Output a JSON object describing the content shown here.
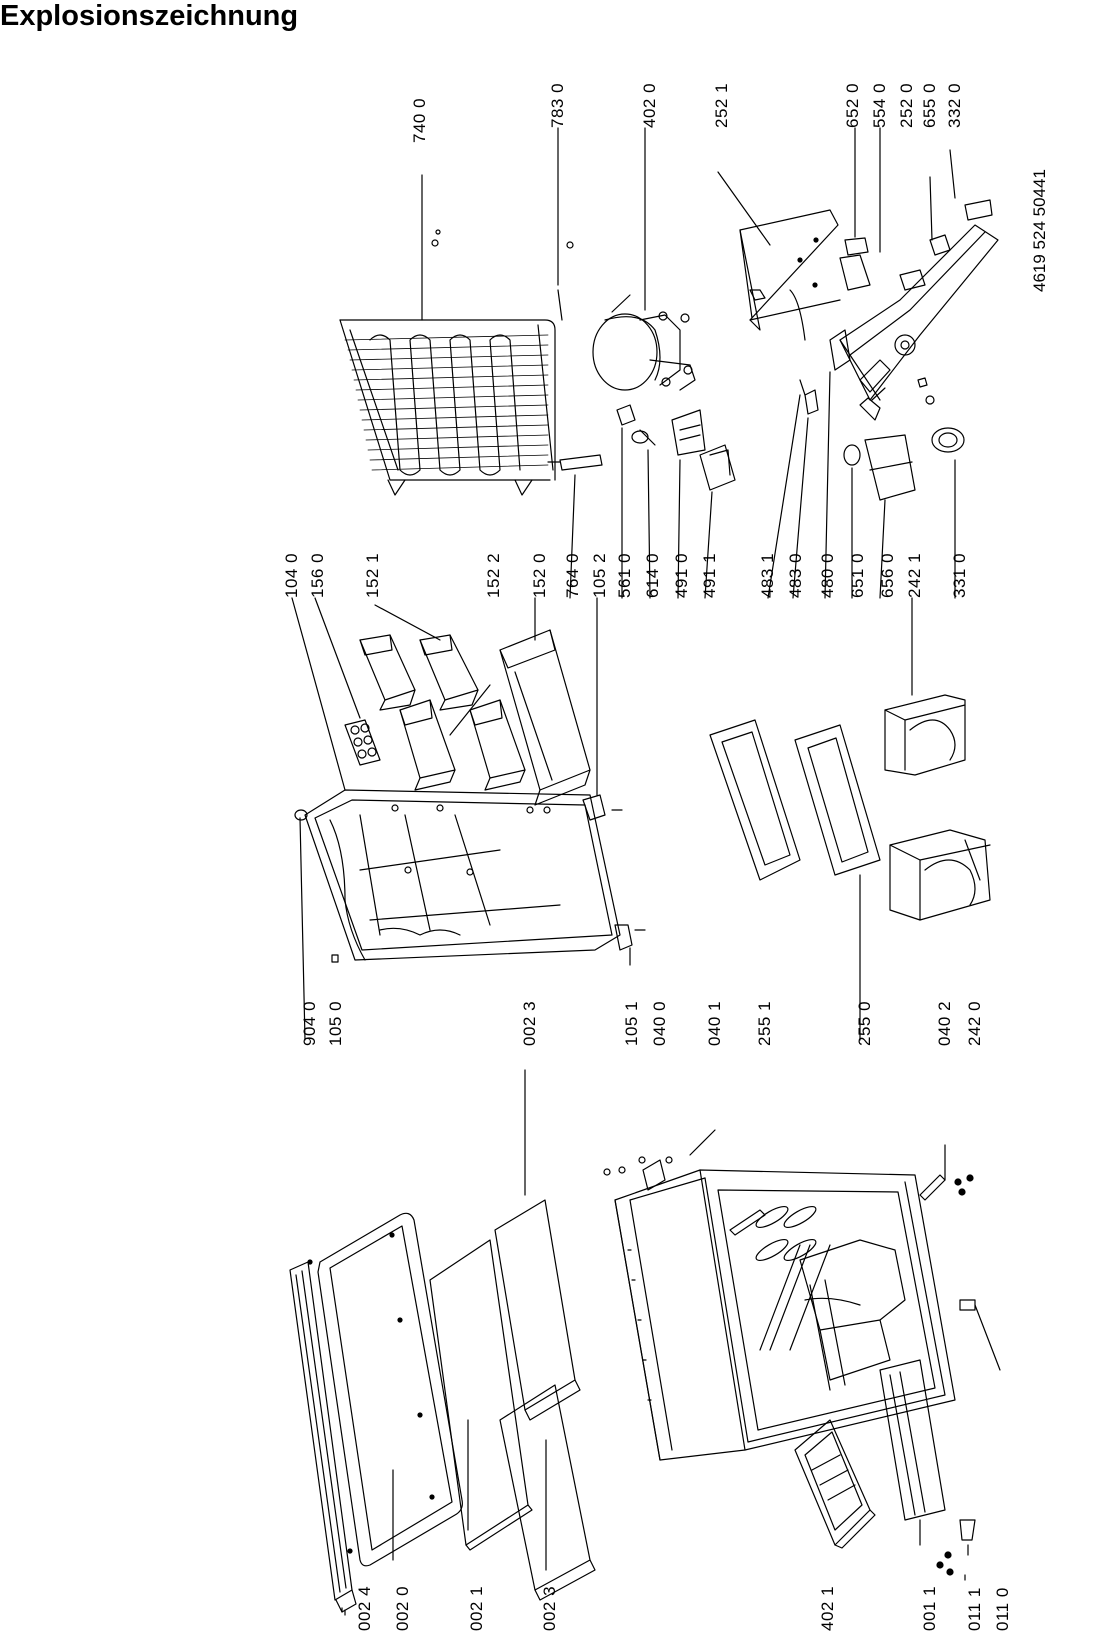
{
  "title": "Explosionszeichnung",
  "document_code": "4619 524 50441",
  "labels": [
    {
      "key": "l_0024",
      "text": "002 4"
    },
    {
      "key": "l_0020",
      "text": "002 0"
    },
    {
      "key": "l_0021",
      "text": "002 1"
    },
    {
      "key": "l_0023b",
      "text": "002 3"
    },
    {
      "key": "l_4021",
      "text": "402 1"
    },
    {
      "key": "l_0011",
      "text": "001 1"
    },
    {
      "key": "l_0111",
      "text": "011 1"
    },
    {
      "key": "l_0110",
      "text": "011 0"
    },
    {
      "key": "l_9040",
      "text": "904 0"
    },
    {
      "key": "l_1050",
      "text": "105 0"
    },
    {
      "key": "l_0023a",
      "text": "002 3"
    },
    {
      "key": "l_1051",
      "text": "105 1"
    },
    {
      "key": "l_0400",
      "text": "040 0"
    },
    {
      "key": "l_0401",
      "text": "040 1"
    },
    {
      "key": "l_2551",
      "text": "255 1"
    },
    {
      "key": "l_2550",
      "text": "255 0"
    },
    {
      "key": "l_0402",
      "text": "040 2"
    },
    {
      "key": "l_2420",
      "text": "242 0"
    },
    {
      "key": "l_1040",
      "text": "104 0"
    },
    {
      "key": "l_1560",
      "text": "156 0"
    },
    {
      "key": "l_1521",
      "text": "152 1"
    },
    {
      "key": "l_1522",
      "text": "152 2"
    },
    {
      "key": "l_1520",
      "text": "152 0"
    },
    {
      "key": "l_7640",
      "text": "764 0"
    },
    {
      "key": "l_1052",
      "text": "105 2"
    },
    {
      "key": "l_5610",
      "text": "561 0"
    },
    {
      "key": "l_6140",
      "text": "614 0"
    },
    {
      "key": "l_4910",
      "text": "491 0"
    },
    {
      "key": "l_4911",
      "text": "491 1"
    },
    {
      "key": "l_4831",
      "text": "483 1"
    },
    {
      "key": "l_4830",
      "text": "483 0"
    },
    {
      "key": "l_4800",
      "text": "480 0"
    },
    {
      "key": "l_6510",
      "text": "651 0"
    },
    {
      "key": "l_6560",
      "text": "656 0"
    },
    {
      "key": "l_2421",
      "text": "242 1"
    },
    {
      "key": "l_3310",
      "text": "331 0"
    },
    {
      "key": "l_7400",
      "text": "740 0"
    },
    {
      "key": "l_7830",
      "text": "783 0"
    },
    {
      "key": "l_4020",
      "text": "402 0"
    },
    {
      "key": "l_2521",
      "text": "252 1"
    },
    {
      "key": "l_6520",
      "text": "652 0"
    },
    {
      "key": "l_5540",
      "text": "554 0"
    },
    {
      "key": "l_2520",
      "text": "252 0"
    },
    {
      "key": "l_6550",
      "text": "655 0"
    },
    {
      "key": "l_3320",
      "text": "332 0"
    }
  ]
}
